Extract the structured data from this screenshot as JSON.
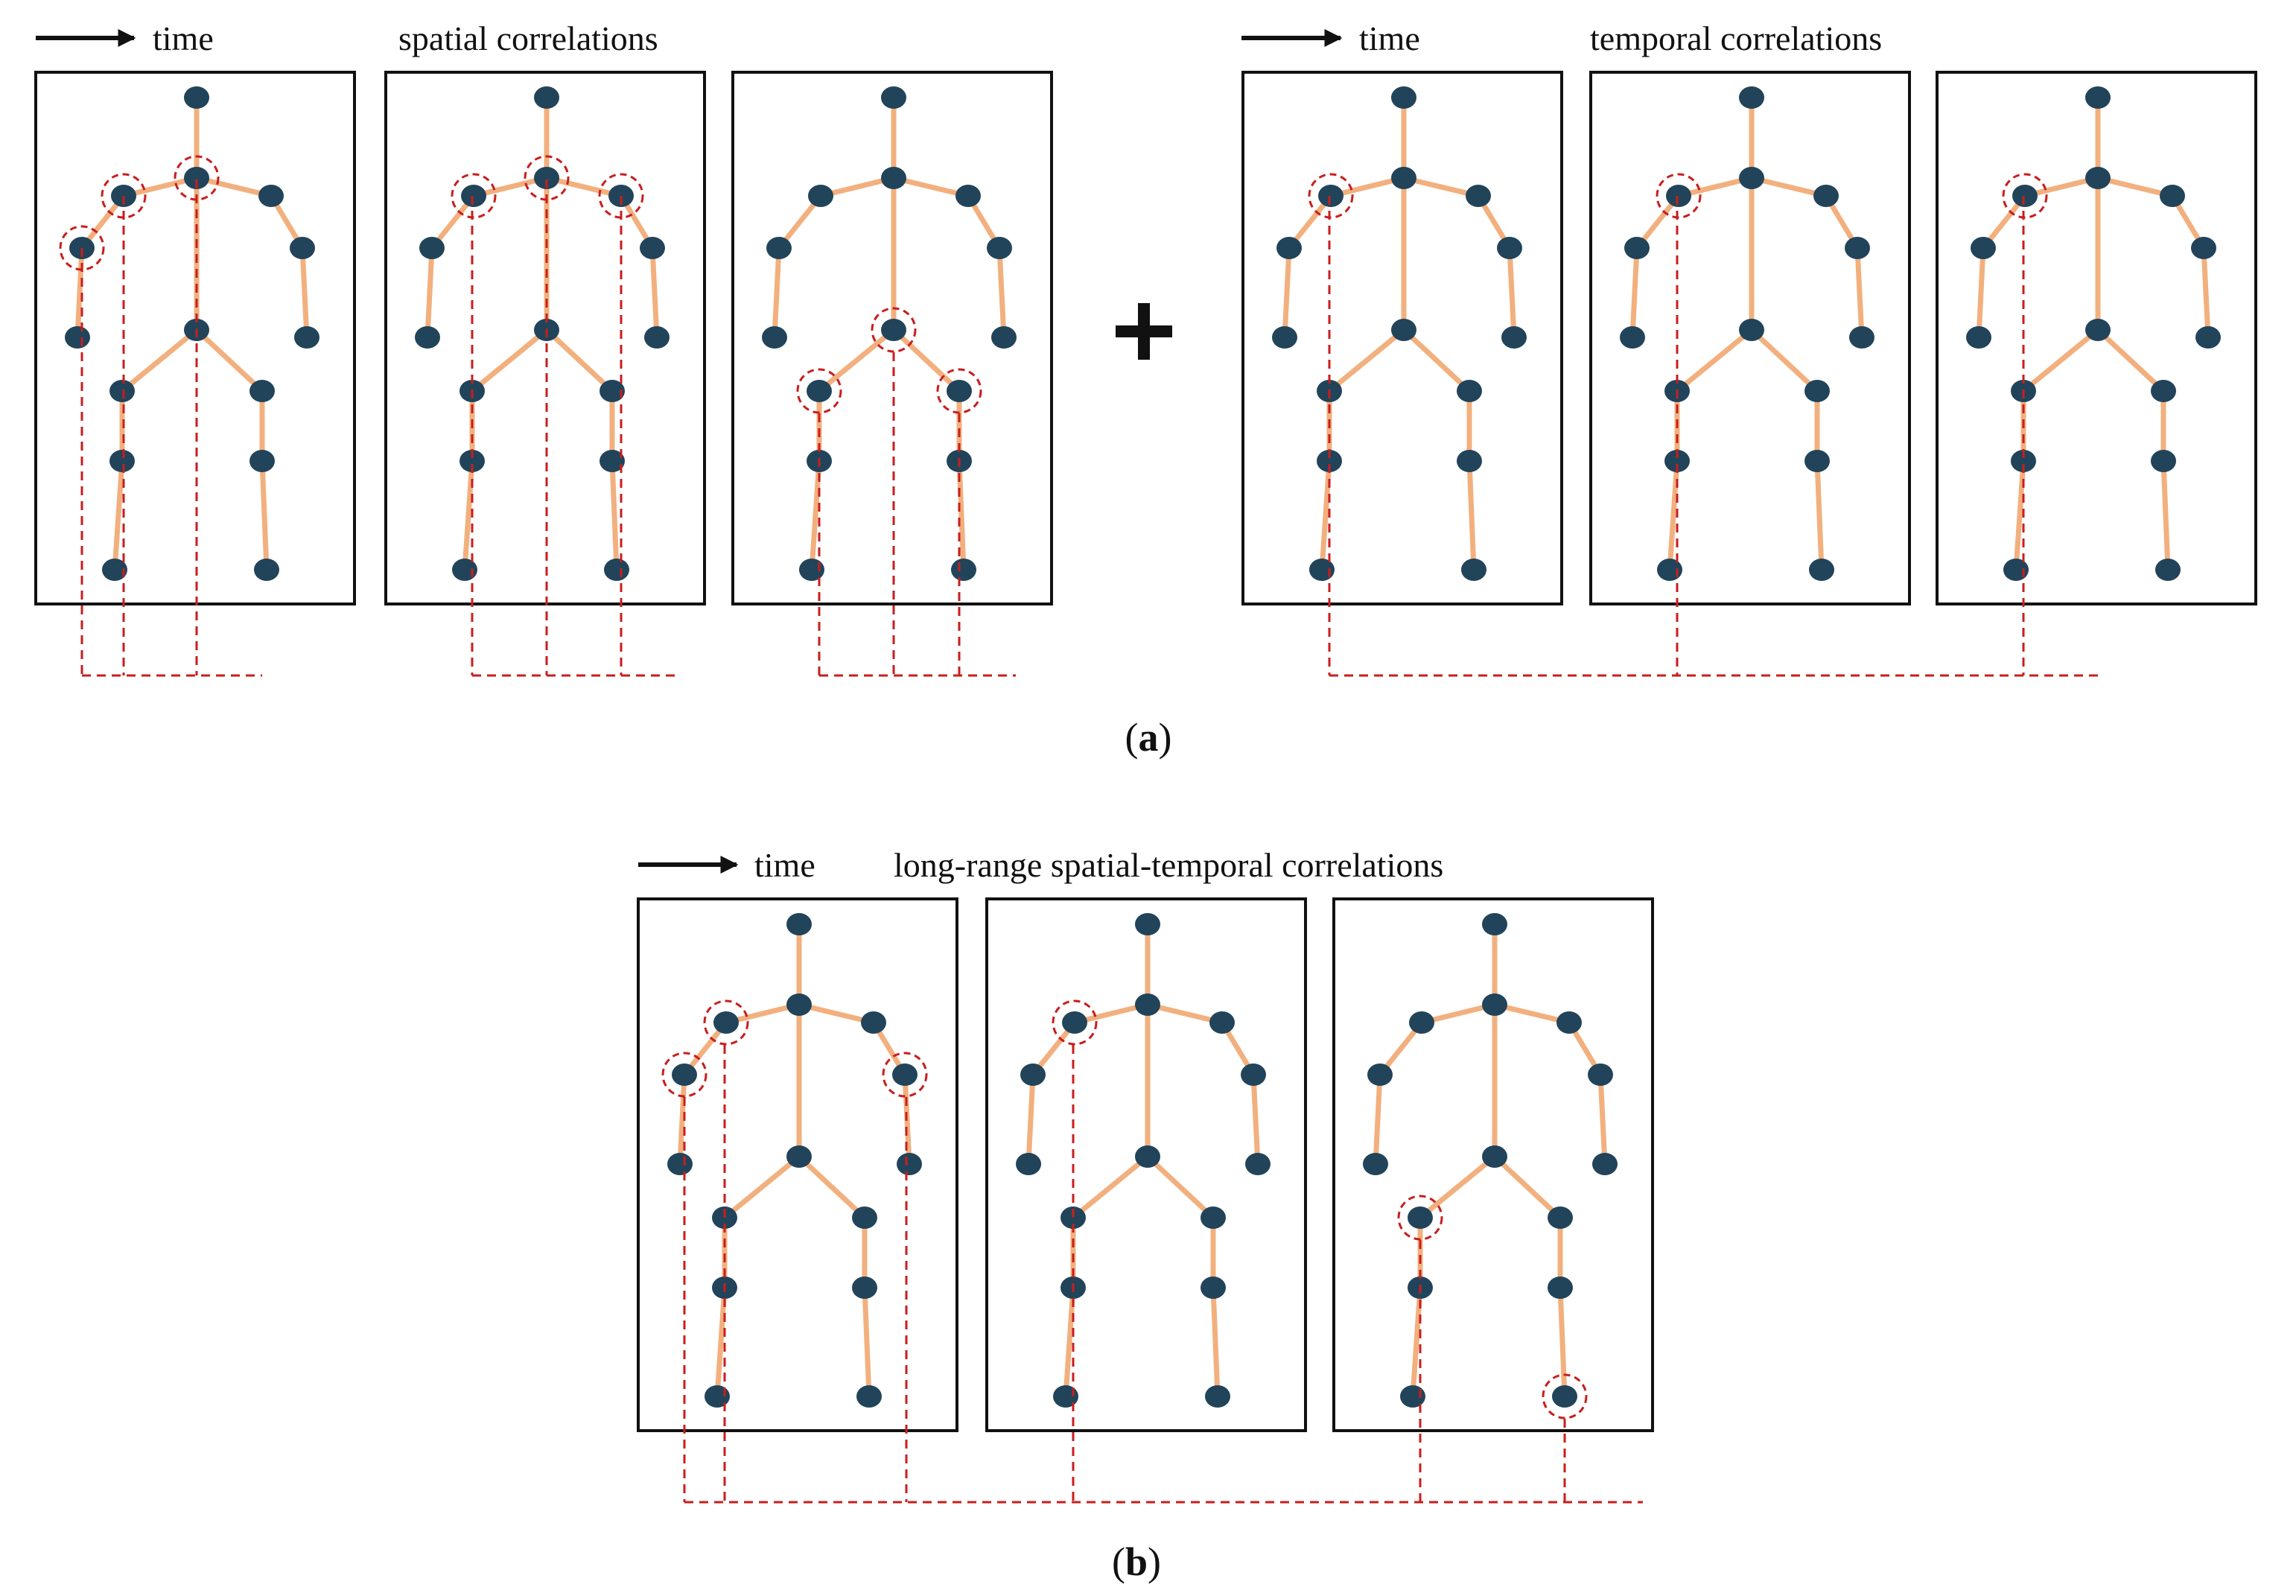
{
  "colors": {
    "bone": "#F2B07E",
    "joint": "#22445A",
    "highlight": "#C81E1E",
    "frame": "#111111",
    "text": "#111111"
  },
  "panel_a": {
    "spatial_group": {
      "arrow_label": "time",
      "title": "spatial correlations"
    },
    "temporal_group": {
      "arrow_label": "time",
      "title": "temporal correlations"
    },
    "plus_symbol": "+",
    "caption": {
      "open": "(",
      "letter": "a",
      "close": ")"
    }
  },
  "panel_b": {
    "group": {
      "arrow_label": "time",
      "title": "long-range spatial-temporal correlations"
    },
    "caption": {
      "open": "(",
      "letter": "b",
      "close": ")"
    }
  }
}
